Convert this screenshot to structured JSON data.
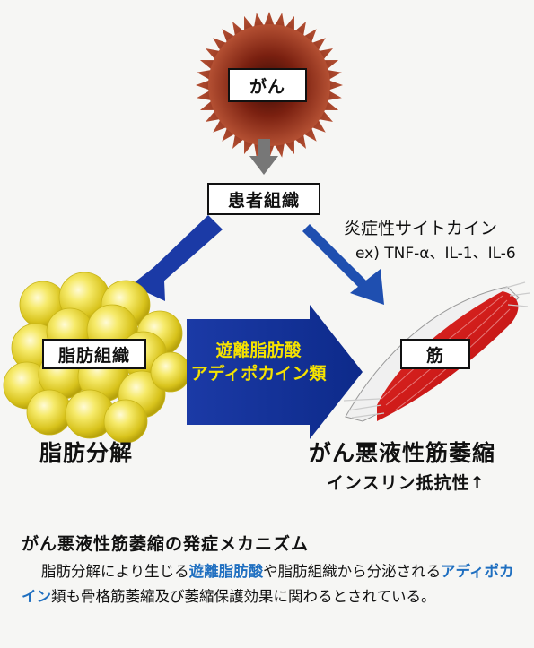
{
  "labels": {
    "cancer": "がん",
    "patient_tissue": "患者組織",
    "adipose_tissue": "脂肪組織",
    "muscle": "筋",
    "cytokine_title": "炎症性サイトカイン",
    "cytokine_examples": "ex) TNF-α、IL-1、IL-6",
    "arrow_line1": "遊離脂肪酸",
    "arrow_line2": "アディポカイン類",
    "lipolysis": "脂肪分解",
    "cachexia": "がん悪液性筋萎縮",
    "insulin_resistance": "インスリン抵抗性↑"
  },
  "caption": {
    "title": "がん悪液性筋萎縮の発症メカニズム",
    "body_1": "脂肪分解により生じる",
    "highlight_1": "遊離脂肪酸",
    "body_2": "や脂肪組織から分泌される",
    "highlight_2": "アディポカイン",
    "body_3": "類も骨格筋萎縮及び萎縮保護効果に関わるとされている。"
  },
  "colors": {
    "accent_blue": "#1b3aa6",
    "highlight_blue": "#1f6fc0",
    "arrow_text_yellow": "#f5e200",
    "muscle_red": "#d01c1a",
    "fat_yellow": "#f6ea6a",
    "cancer_brown": "#7a2010"
  }
}
